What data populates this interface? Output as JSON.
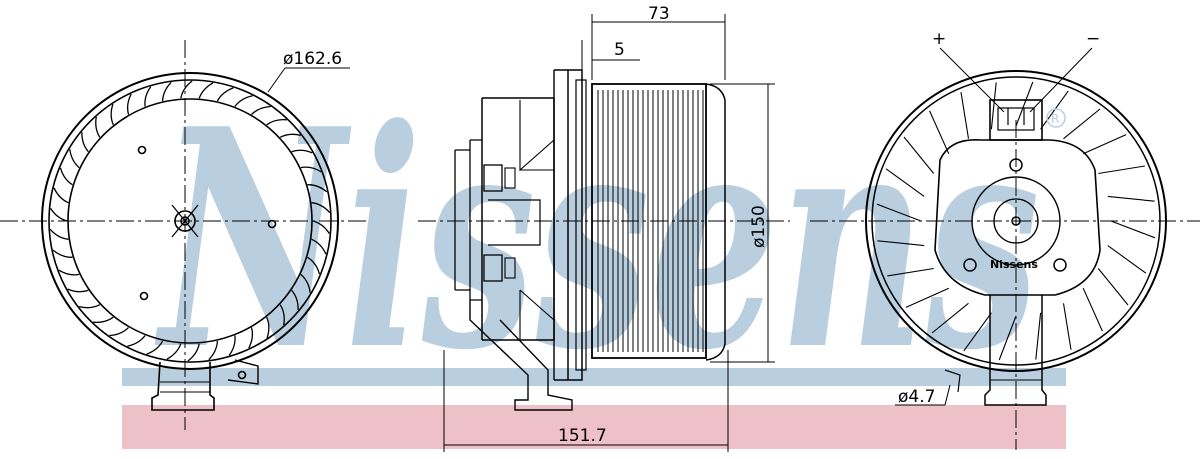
{
  "watermark": {
    "text": "Nissens",
    "color": "#b9cfe0",
    "band_color": "#eec0c8"
  },
  "dimensions": {
    "fan_diameter": "ø162.6",
    "width": "73",
    "offset": "5",
    "motor_diameter": "ø150",
    "total_depth": "151.7",
    "hole_diameter": "ø4.7"
  },
  "terminals": {
    "positive": "+",
    "negative": "−"
  },
  "motor_label": "Nissens",
  "registered_mark": "R",
  "colors": {
    "line": "#000000"
  }
}
